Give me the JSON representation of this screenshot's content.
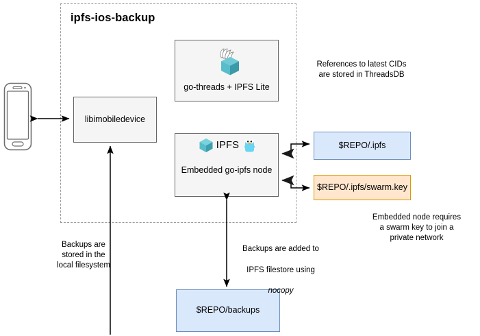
{
  "diagram": {
    "title": "ipfs-ios-backup",
    "group": {
      "label": "ipfs-ios-backup",
      "style": "dashed-container"
    },
    "nodes": {
      "phone": {
        "label": "",
        "icon": "mobile-phone-icon"
      },
      "libimobiledevice": {
        "label": "libimobiledevice"
      },
      "gothreads": {
        "label": "go-threads + IPFS Lite",
        "icon": "ipfs-lite-winged-cube-icon"
      },
      "goipfs": {
        "label": "Embedded go-ipfs node",
        "badge": "IPFS",
        "icon_cube": "ipfs-cube-icon",
        "icon_gopher": "go-gopher-icon"
      },
      "repo_ipfs": {
        "label": "$REPO/.ipfs"
      },
      "swarm_key": {
        "label": "$REPO/.ipfs/swarm.key"
      },
      "repo_backups": {
        "label": "$REPO/backups"
      }
    },
    "notes": {
      "threadsdb": "References to latest CIDs\nare stored in ThreadsDB",
      "swarm": "Embedded node requires\na swarm key to join a\nprivate network",
      "nocopy_line1": "Backups are added to",
      "nocopy_line2": "IPFS filestore using",
      "nocopy_line3": "nocopy",
      "filesystem": "Backups are\nstored in the\nlocal filesystem"
    },
    "colors": {
      "blue_fill": "#dae8fc",
      "blue_stroke": "#6c8ebf",
      "orange_fill": "#ffe6cc",
      "orange_stroke": "#d79b00",
      "grey_fill": "#f5f5f5",
      "grey_stroke": "#666666",
      "dashed_stroke": "#9a9a9a",
      "ipfs_teal": "#4bb3c3",
      "gopher_blue": "#68d5f2",
      "arrow_black": "#000000",
      "arrow_grey": "#808080"
    }
  }
}
